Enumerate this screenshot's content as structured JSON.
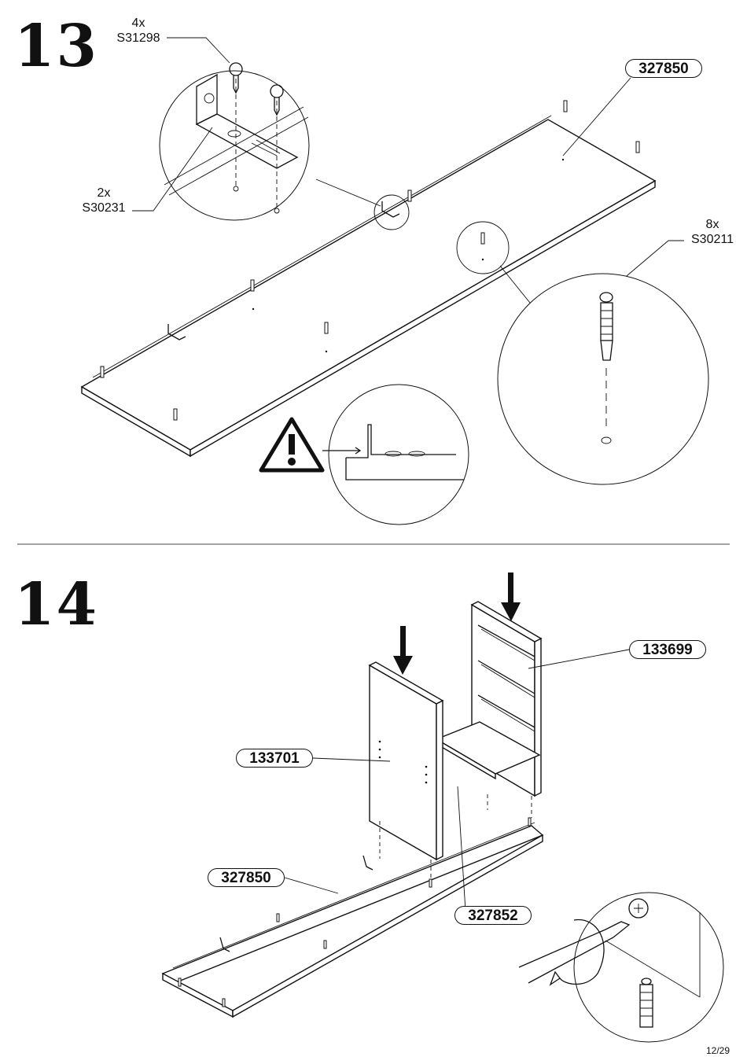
{
  "step13": {
    "number": "13",
    "screw": {
      "qty": "4x",
      "code": "S31298"
    },
    "bracket": {
      "qty": "2x",
      "code": "S30231"
    },
    "dowel": {
      "qty": "8x",
      "code": "S30211"
    },
    "panel_label": "327850"
  },
  "step14": {
    "number": "14",
    "label_back": "133699",
    "label_side": "133701",
    "label_bottom": "327850",
    "label_shelf": "327852"
  },
  "page": "12/29"
}
